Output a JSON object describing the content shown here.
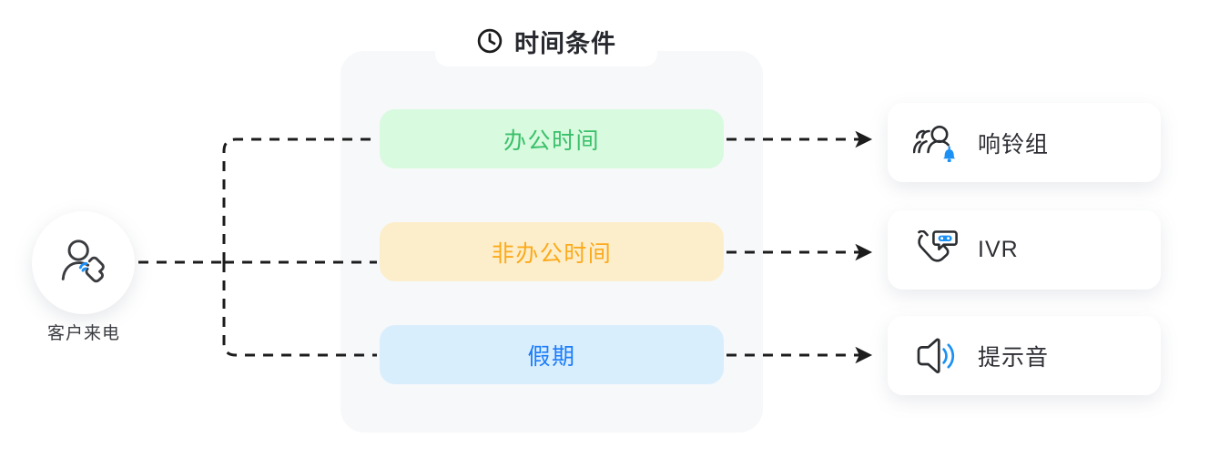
{
  "diagram": {
    "title": "时间条件",
    "title_icon": "clock-icon",
    "source": {
      "label": "客户来电",
      "icon": "user-call-icon"
    },
    "conditions": [
      {
        "label": "办公时间",
        "color": "#3ac06a",
        "background": "#d8fadf"
      },
      {
        "label": "非办公时间",
        "color": "#fbaa1c",
        "background": "#fdeecb"
      },
      {
        "label": "假期",
        "color": "#1b7cfa",
        "background": "#d9eefd"
      }
    ],
    "destinations": [
      {
        "label": "响铃组",
        "icon": "ring-group-icon"
      },
      {
        "label": "IVR",
        "icon": "ivr-phone-bubble-icon"
      },
      {
        "label": "提示音",
        "icon": "speaker-icon"
      }
    ],
    "colors": {
      "panel_background": "#f6f8fa",
      "page_background": "#ffffff",
      "connector": "#1c1c1c",
      "accent_blue": "#1b90f5",
      "text_dark": "#2d2f34"
    }
  }
}
